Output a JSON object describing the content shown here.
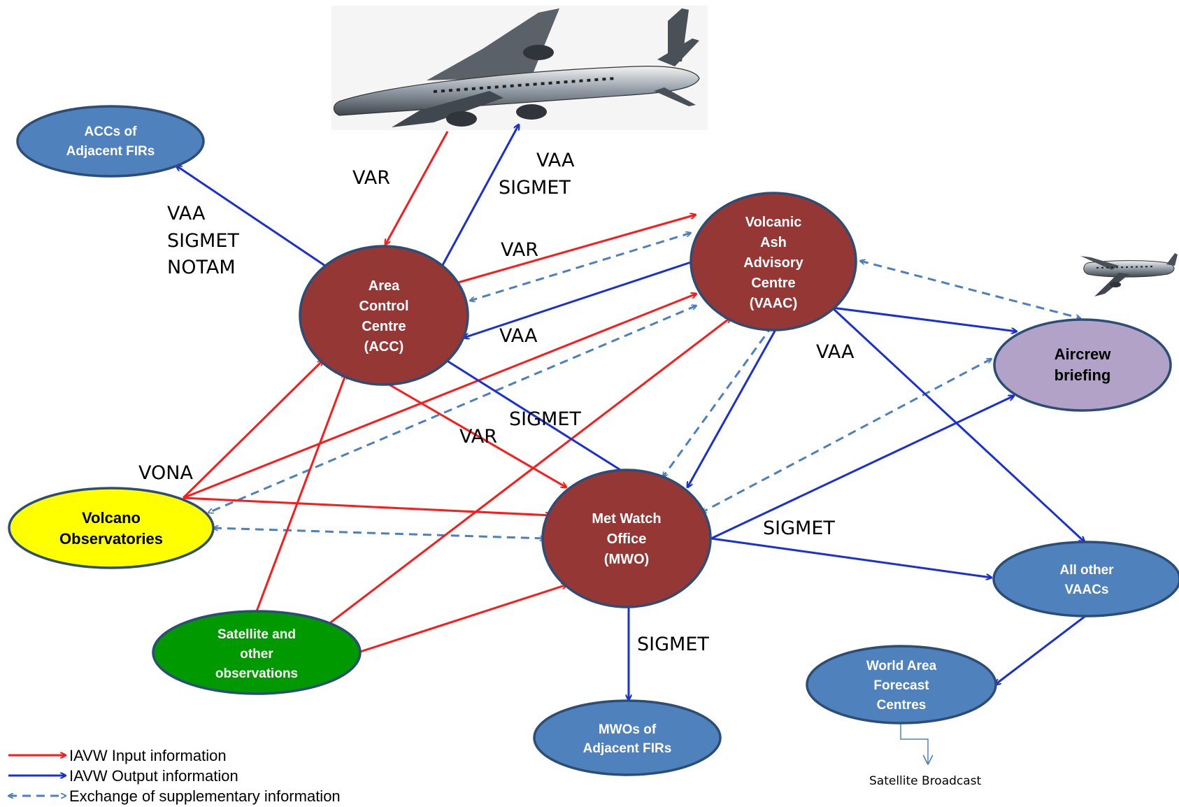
{
  "colors": {
    "input": "#ff1a1a",
    "output": "#1a2fd6",
    "supplementary": "#4d7fc0",
    "maroon": "#953735",
    "blue_node": "#4f81bd",
    "yellow_node": "#ffff00",
    "green_node": "#009900",
    "lilac_node": "#b3a2c7",
    "node_stroke": "#2c4d75"
  },
  "nodes": {
    "accs_adjacent": [
      "ACCs of",
      "Adjacent FIRs"
    ],
    "acc": [
      "Area",
      "Control",
      "Centre",
      "(ACC)"
    ],
    "vaac": [
      "Volcanic",
      "Ash",
      "Advisory",
      "Centre",
      "(VAAC)"
    ],
    "aircrew": [
      "Aircrew",
      "briefing"
    ],
    "volcano_obs": [
      "Volcano",
      "Observatories"
    ],
    "mwo": [
      "Met Watch",
      "Office",
      "(MWO)"
    ],
    "all_vaacs": [
      "All other",
      "VAACs"
    ],
    "satellite": [
      "Satellite and",
      "other",
      "observations"
    ],
    "wafc": [
      "World Area",
      "Forecast",
      "Centres"
    ],
    "mwos_adjacent": [
      "MWOs of",
      "Adjacent FIRs"
    ]
  },
  "labels": {
    "var_aircraft": "VAR",
    "vaa_aircraft": "VAA",
    "sigmet_aircraft": "SIGMET",
    "vaa_accs": "VAA",
    "sigmet_accs": "SIGMET",
    "notam_accs": "NOTAM",
    "var_vaac": "VAR",
    "vaa_acc": "VAA",
    "vaa_right": "VAA",
    "sigmet_mwo_acc": "SIGMET",
    "var_mwo": "VAR",
    "vona": "VONA",
    "sigmet_vaacs": "SIGMET",
    "sigmet_mwos": "SIGMET",
    "satellite_broadcast": "Satellite Broadcast"
  },
  "legend": {
    "input": "IAVW Input information",
    "output": "IAVW Output information",
    "supplementary": "Exchange of supplementary information"
  },
  "icons": [
    "aircraft-large-icon",
    "aircraft-small-icon"
  ]
}
